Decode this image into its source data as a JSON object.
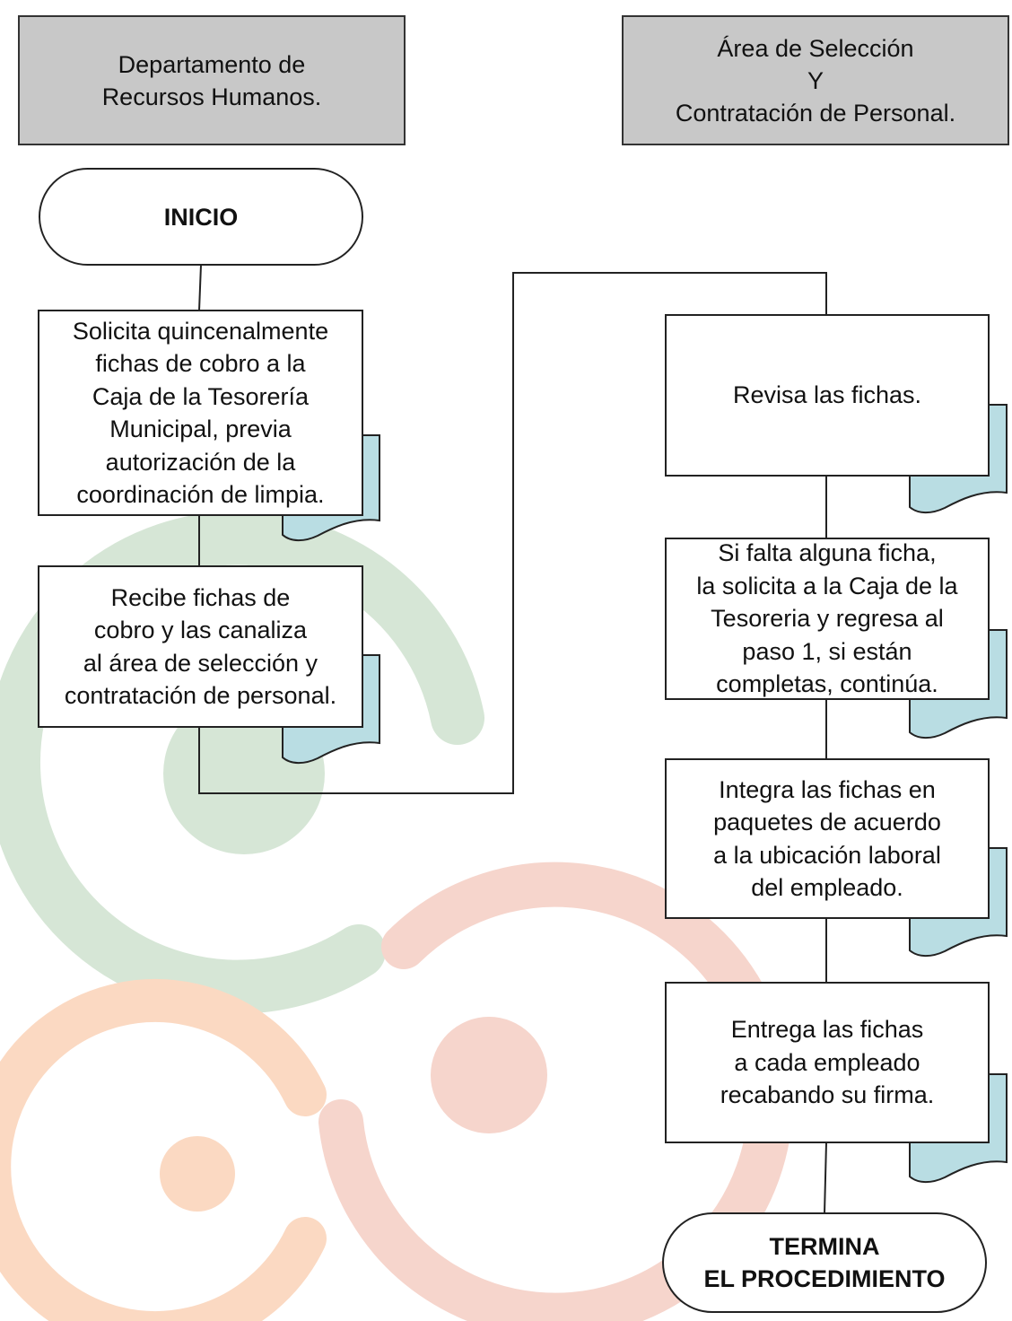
{
  "lanes": {
    "left": {
      "title": "Departamento de\nRecursos Humanos."
    },
    "right": {
      "title": "Área de Selección\nY\nContratación de Personal."
    }
  },
  "start": {
    "label": "INICIO"
  },
  "end": {
    "label": "TERMINA\nEL PROCEDIMIENTO"
  },
  "steps": [
    {
      "text": "Solicita quincenalmente\nfichas de cobro a la\nCaja de la Tesorería\nMunicipal, previa\nautorización de la\ncoordinación de limpia."
    },
    {
      "text": "Recibe fichas de\ncobro y las canaliza\nal área de   selección y\ncontratación de personal."
    },
    {
      "text": "Revisa las fichas."
    },
    {
      "text": "Si falta alguna ficha,\nla solicita a la Caja de la\nTesoreria y regresa al\npaso 1, si están\ncompletas, continúa."
    },
    {
      "text": "Integra las fichas en\npaquetes de acuerdo\na la ubicación laboral\ndel empleado."
    },
    {
      "text": "Entrega las  fichas\na cada empleado\nrecabando su firma."
    }
  ],
  "colors": {
    "header_fill": "#c8c8c8",
    "document_fill": "#b9dde3",
    "watermark_green": "#d6e6d6",
    "watermark_red": "#f6d5cc",
    "watermark_orange": "#fbd9c2"
  }
}
